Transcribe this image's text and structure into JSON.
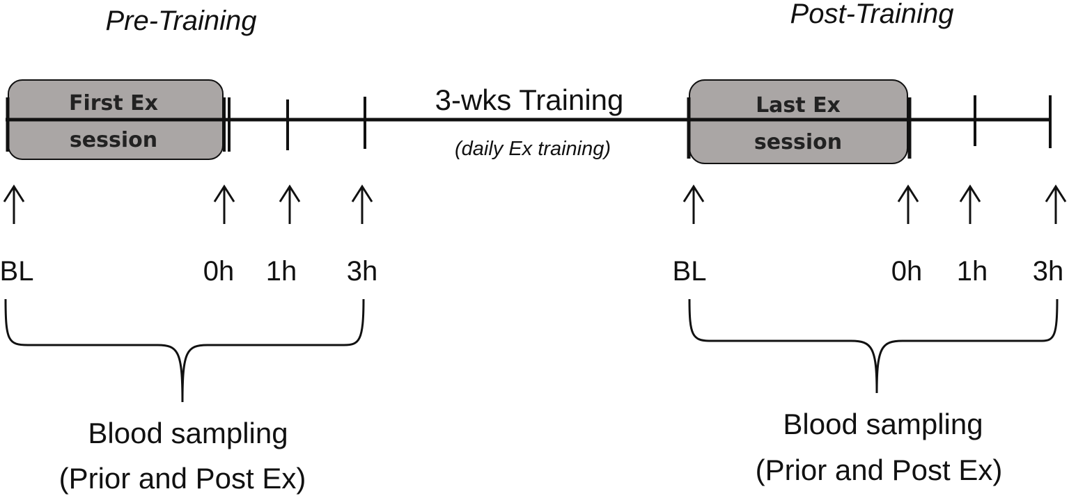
{
  "phases": {
    "pre_title": "Pre-Training",
    "post_title": "Post-Training"
  },
  "sessions": {
    "first_line1": "First Ex",
    "first_line2": "session",
    "last_line1": "Last Ex",
    "last_line2": "session"
  },
  "training": {
    "label": "3-wks Training",
    "sublabel": "(daily Ex training)"
  },
  "timepoints": {
    "pre": [
      "BL",
      "0h",
      "1h",
      "3h"
    ],
    "post": [
      "BL",
      "0h",
      "1h",
      "3h"
    ]
  },
  "blood_sampling": {
    "pre_line1": "Blood sampling",
    "pre_line2": "(Prior and Post Ex)",
    "post_line1": "Blood sampling",
    "post_line2": "(Prior and Post Ex)"
  },
  "colors": {
    "session_box_fill": "#aaa6a5",
    "line": "#111111"
  }
}
